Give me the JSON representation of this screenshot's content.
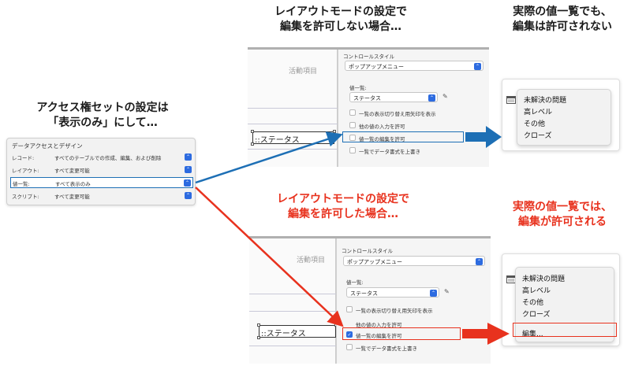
{
  "headings": {
    "access": [
      "アクセス権セットの設定は",
      "「表示のみ」にして…"
    ],
    "layout_no_edit": [
      "レイアウトモードの設定で",
      "編集を許可しない場合…"
    ],
    "result_no_edit": [
      "実際の値一覧でも、",
      "編集は許可されない"
    ],
    "layout_edit": [
      "レイアウトモードの設定で",
      "編集を許可した場合…"
    ],
    "result_edit": [
      "実際の値一覧では、",
      "編集が許可される"
    ]
  },
  "access_panel": {
    "title": "データアクセスとデザイン",
    "rows": [
      {
        "label": "レコード:",
        "value": "すべてのテーブルでの作成、編集、および削除"
      },
      {
        "label": "レイアウト:",
        "value": "すべて変更可能"
      },
      {
        "label": "値一覧:",
        "value": "すべて表示のみ"
      },
      {
        "label": "スクリプト:",
        "value": "すべて変更可能"
      }
    ]
  },
  "inspector": {
    "control_style_label": "コントロールスタイル",
    "control_style_value": "ポップアップメニュー",
    "value_list_label": "値一覧:",
    "value_list_value": "ステータス",
    "opt_arrow": "一覧の表示切り替え用矢印を表示",
    "opt_other": "他の値の入力を許可",
    "opt_edit": "値一覧の編集を許可",
    "opt_format": "一覧でデータ書式を上書き"
  },
  "canvas": {
    "label": "活動項目",
    "field_top": "::ステータス",
    "field_bottom": "::ステータス"
  },
  "value_list": {
    "items": [
      "未解決の問題",
      "高レベル",
      "その他",
      "クローズ"
    ],
    "edit_item": "編集..."
  },
  "icons": {
    "chevron": "⌃",
    "pencil": "✎",
    "check": "✓"
  },
  "colors": {
    "blue_accent": "#1d6fb5",
    "red_accent": "#e8321e",
    "popup_chevron": "#2d6be0"
  }
}
